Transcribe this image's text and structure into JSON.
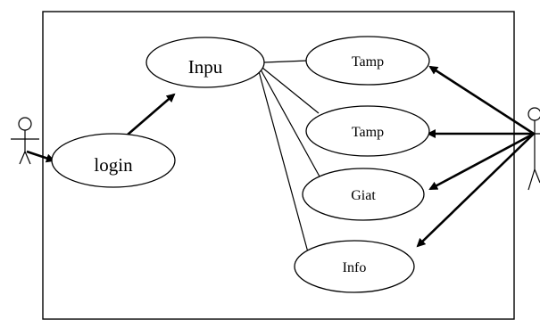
{
  "diagram": {
    "use_cases": {
      "login": "login",
      "input": "Inpu",
      "tamp1": "Tamp",
      "tamp2": "Tamp",
      "giat": "Giat",
      "info": "Info"
    }
  }
}
